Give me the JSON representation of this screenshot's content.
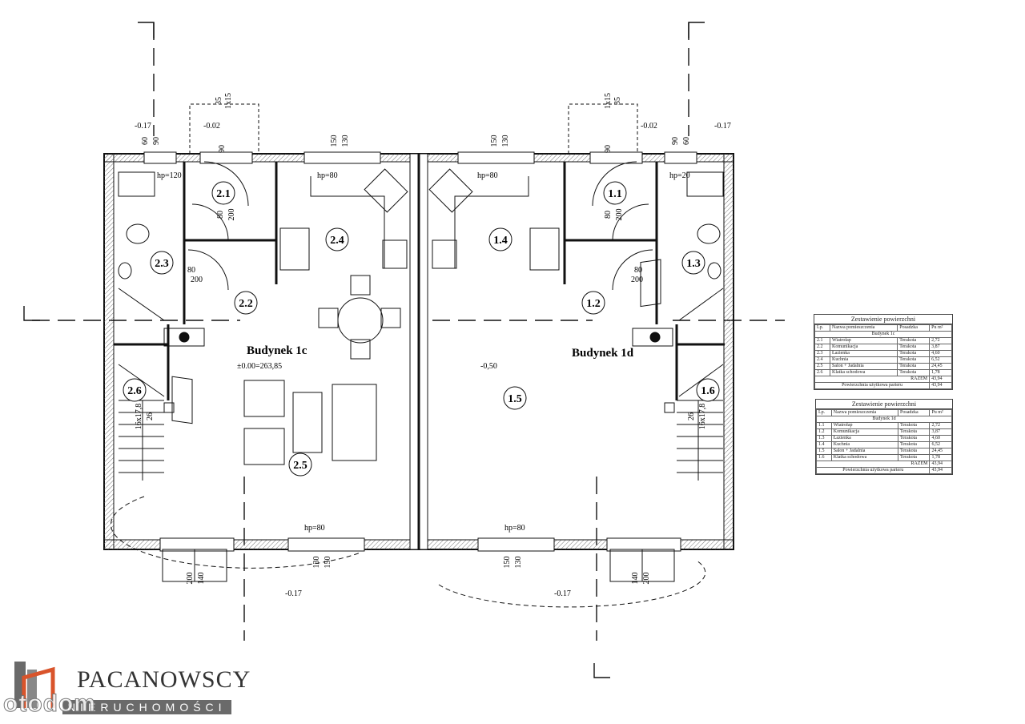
{
  "buildings": {
    "left": {
      "title": "Budynek 1c",
      "level": "±0.00=263,85"
    },
    "right": {
      "title": "Budynek 1d"
    }
  },
  "rooms": {
    "left": [
      "2.1",
      "2.2",
      "2.3",
      "2.4",
      "2.5",
      "2.6"
    ],
    "right": [
      "1.1",
      "1.2",
      "1.3",
      "1.4",
      "1.5",
      "1.6"
    ]
  },
  "annotations": {
    "hp80": "hp=80",
    "hp120": "hp=120",
    "hp20": "hp=20",
    "lvl_017": "-0.17",
    "lvl_002": "-0.02",
    "lvl_050": "-0,50",
    "d150": "150",
    "d130": "130",
    "d90": "90",
    "d200": "200",
    "d80": "80",
    "d140": "140",
    "d60": "60",
    "d26": "26",
    "stairs": "16x17,8",
    "steps35": "35",
    "steps15": "1x15"
  },
  "table_left": {
    "title": "Zestawienie powierzchni",
    "headers": [
      "Lp.",
      "Nazwa pomieszczenia",
      "Posadzka",
      "Pu m²"
    ],
    "section": "Budynek 1c",
    "rows": [
      [
        "2.1",
        "Wiatrołap",
        "Terakota",
        "2,72"
      ],
      [
        "2.2",
        "Komunikacja",
        "Terakota",
        "3,87"
      ],
      [
        "2.3",
        "Łazienka",
        "Terakota",
        "4,60"
      ],
      [
        "2.4",
        "Kuchnia",
        "Terakota",
        "6,52"
      ],
      [
        "2.5",
        "Salon + Jadalnia",
        "Terakota",
        "24,45"
      ],
      [
        "2.6",
        "Klatka schodowa",
        "Terakota",
        "1,78"
      ]
    ],
    "total_label": "RAZEM",
    "total": "43,94",
    "usable_label": "Powierzchnia użytkowa parteru",
    "usable": "43,94"
  },
  "table_right": {
    "title": "Zestawienie powierzchni",
    "headers": [
      "Lp.",
      "Nazwa pomieszczenia",
      "Posadzka",
      "Pu m²"
    ],
    "section": "Budynek 1d",
    "rows": [
      [
        "1.1",
        "Wiatrołap",
        "Terakota",
        "2,72"
      ],
      [
        "1.2",
        "Komunikacja",
        "Terakota",
        "3,87"
      ],
      [
        "1.3",
        "Łazienka",
        "Terakota",
        "4,60"
      ],
      [
        "1.4",
        "Kuchnia",
        "Terakota",
        "6,52"
      ],
      [
        "1.5",
        "Salon + Jadalnia",
        "Terakota",
        "24,45"
      ],
      [
        "1.6",
        "Klatka schodowa",
        "Terakota",
        "1,78"
      ]
    ],
    "total_label": "RAZEM",
    "total": "43,94",
    "usable_label": "Powierzchnia użytkowa parteru",
    "usable": "43,94"
  },
  "logo": {
    "name": "PACANOWSCY",
    "sub": "NIERUCHOMOŚCI",
    "watermark": "otodom"
  },
  "colors": {
    "line": "#111111",
    "wall_hatch": "#9a9a9a",
    "logo_orange": "#d9542b",
    "logo_grey": "#6a6a6a"
  }
}
